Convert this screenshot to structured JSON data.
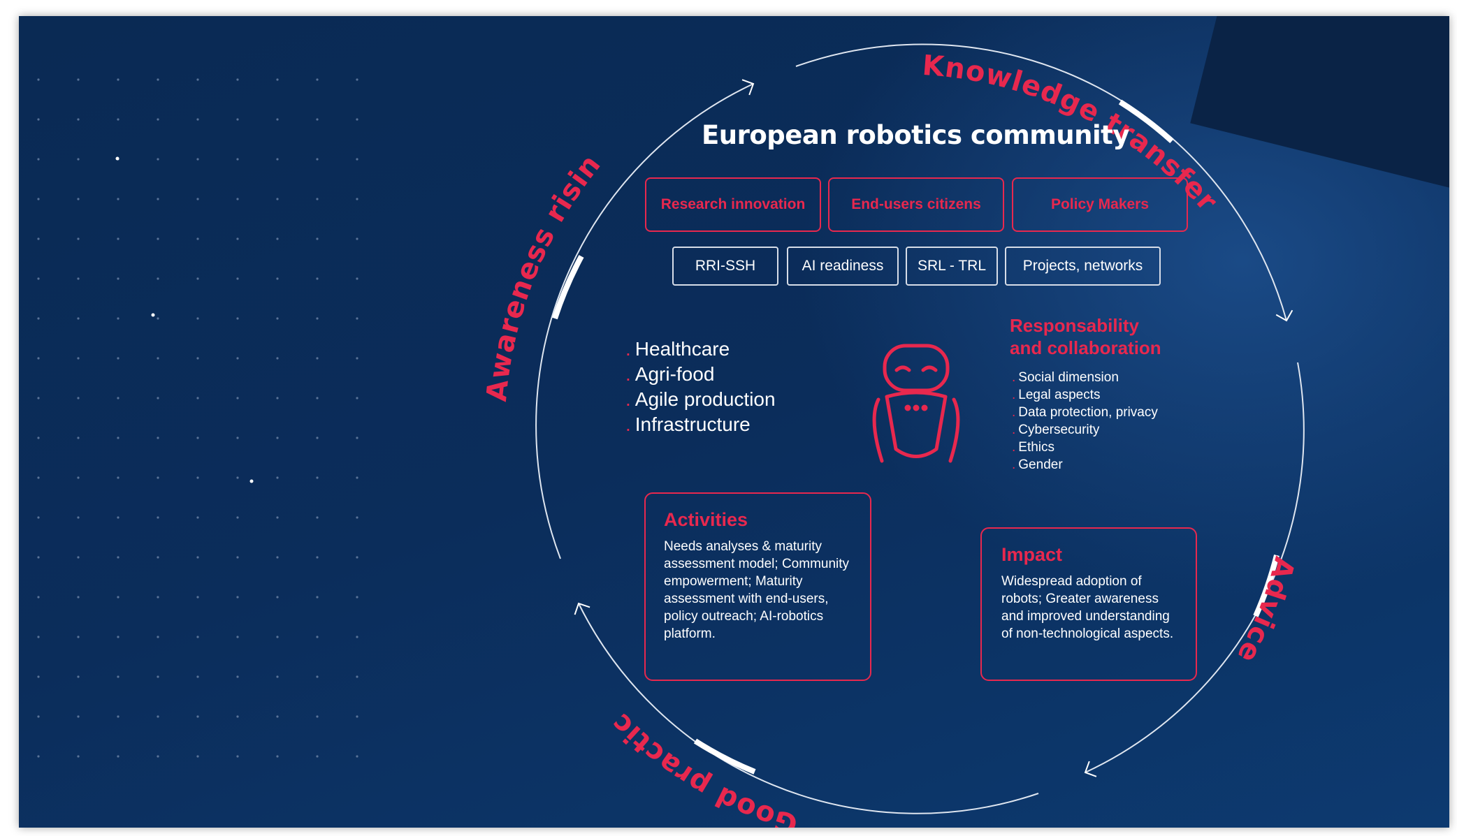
{
  "diagram": {
    "title": "European robotics community",
    "cycle_labels": {
      "top_right": "Knowledge transfer",
      "right": "Advice",
      "bottom": "Good practices",
      "left": "Awareness rising"
    },
    "stakeholders": [
      "Research innovation",
      "End-users citizens",
      "Policy Makers"
    ],
    "tags": [
      "RRI-SSH",
      "AI readiness",
      "SRL - TRL",
      "Projects, networks"
    ],
    "sectors": [
      "Healthcare",
      "Agri-food",
      "Agile production",
      "Infrastructure"
    ],
    "responsibility": {
      "title_line1": "Responsability",
      "title_line2": "and collaboration",
      "items": [
        "Social dimension",
        "Legal aspects",
        "Data protection, privacy",
        "Cybersecurity",
        "Ethics",
        "Gender"
      ]
    },
    "activities": {
      "title": "Activities",
      "body": "Needs analyses & maturity assessment model; Community empowerment; Maturity assessment with end-users, policy outreach; AI-robotics platform."
    },
    "impact": {
      "title": "Impact",
      "body": "Widespread adoption of robots; Greater awareness and improved understanding of non-technological aspects."
    },
    "bullet": ".",
    "icons": [
      "robot-icon"
    ]
  },
  "colors": {
    "accent": "#e8284e",
    "background": "#0b2d5b",
    "text": "#ffffff"
  }
}
